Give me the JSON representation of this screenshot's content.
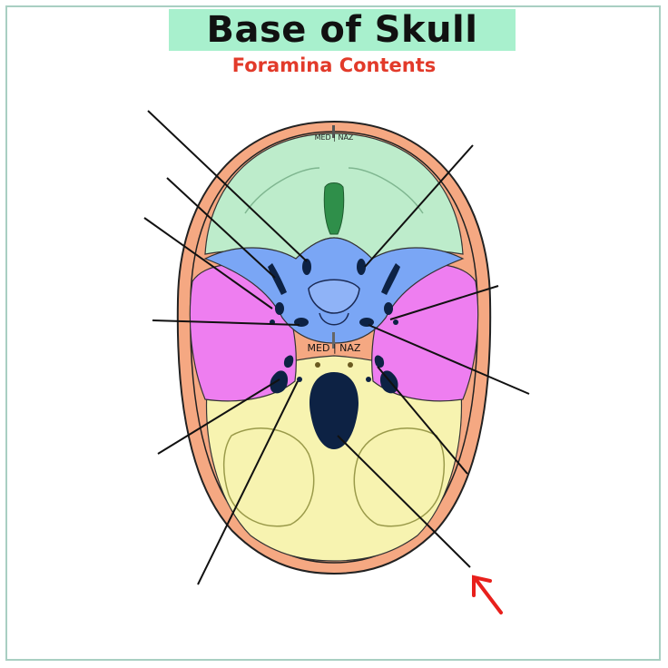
{
  "title": "Base of Skull",
  "subtitle": "Foramina Contents",
  "labels": {
    "anterior_marker": "MED | NAZ",
    "middle_marker": "MED | NAZ"
  },
  "colors": {
    "anterior_fossa": "#bdeccb",
    "middle_fossa_center": "#7aa6f5",
    "middle_fossa_lateral": "#ee7ef0",
    "posterior_fossa": "#f7f3b0",
    "skull_rim": "#f5a882",
    "foramina": "#0d2244",
    "pointer_arrow": "#e8201c"
  }
}
